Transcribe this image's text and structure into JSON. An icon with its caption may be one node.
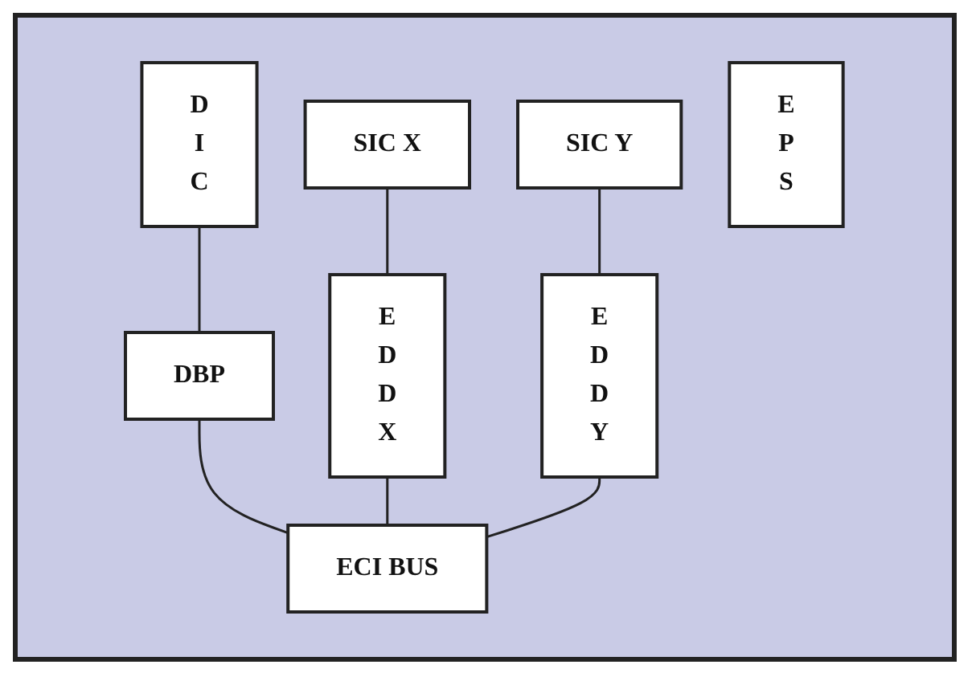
{
  "diagram": {
    "nodes": [
      {
        "text": [
          "D I C"
        ]
      },
      {
        "text": [
          "SIC X"
        ]
      },
      {
        "text": [
          "E D D X"
        ]
      },
      {
        "text": [
          "SIC Y"
        ]
      },
      {
        "text": [
          "E D D Y"
        ]
      },
      {
        "text": [
          "E P S"
        ]
      },
      {
        "text": [
          "DBP"
        ]
      },
      {
        "text": [
          "ECI BUS"
        ]
      }
    ],
    "edges": [
      {
        "from": 1,
        "to": 2,
        "arrow": "none"
      },
      {
        "from": 3,
        "to": 4,
        "arrow": "none"
      },
      {
        "from": 0,
        "to": 6,
        "arrow": "none"
      },
      {
        "from": 6,
        "to": 7,
        "arrow": "none"
      },
      {
        "from": 2,
        "to": 7,
        "arrow": "none"
      },
      {
        "from": 4,
        "to": 7,
        "arrow": "none"
      }
    ]
  }
}
